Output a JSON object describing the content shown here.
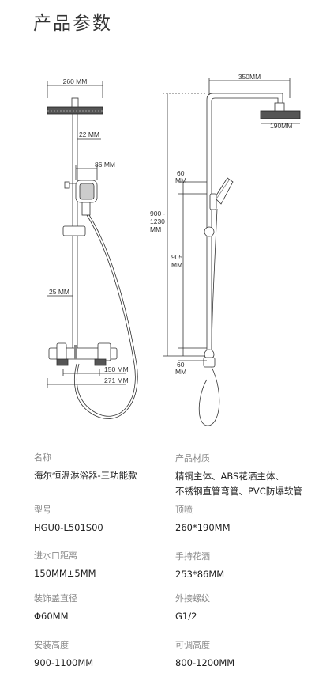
{
  "header": {
    "title": "产品参数"
  },
  "diagram": {
    "front": {
      "head_width": "260 MM",
      "arm_length": "22 MM",
      "hand_width": "86 MM",
      "pipe_dia": "25 MM",
      "inlet_distance": "150 MM",
      "total_width": "271 MM"
    },
    "side": {
      "arm_reach": "350MM",
      "head_depth": "190MM",
      "top_gap": "60",
      "top_gap_unit": "MM",
      "height_range_1": "900 -",
      "height_range_2": "1230",
      "height_range_unit": "MM",
      "adjust": "905",
      "adjust_unit": "MM",
      "bottom_gap": "60",
      "bottom_gap_unit": "MM"
    }
  },
  "specs": {
    "name": {
      "label": "名称",
      "value": "海尔恒温淋浴器-三功能款"
    },
    "material": {
      "label": "产品材质",
      "value1": "精铜主体、ABS花洒主体、",
      "value2": "不锈钢直管弯管、PVC防爆软管"
    },
    "model": {
      "label": "型号",
      "value": "HGU0-L501S00"
    },
    "top_spray": {
      "label": "顶喷",
      "value": "260*190MM"
    },
    "inlet": {
      "label": "进水口距离",
      "value": "150MM±5MM"
    },
    "hand_shower": {
      "label": "手持花洒",
      "value": "253*86MM"
    },
    "cover": {
      "label": "装饰盖直径",
      "value": "Φ60MM"
    },
    "thread": {
      "label": "外接螺纹",
      "value": "G1/2"
    },
    "install_height": {
      "label": "安装高度",
      "value": "900-1100MM"
    },
    "adjust_height": {
      "label": "可调高度",
      "value": "800-1200MM"
    }
  }
}
